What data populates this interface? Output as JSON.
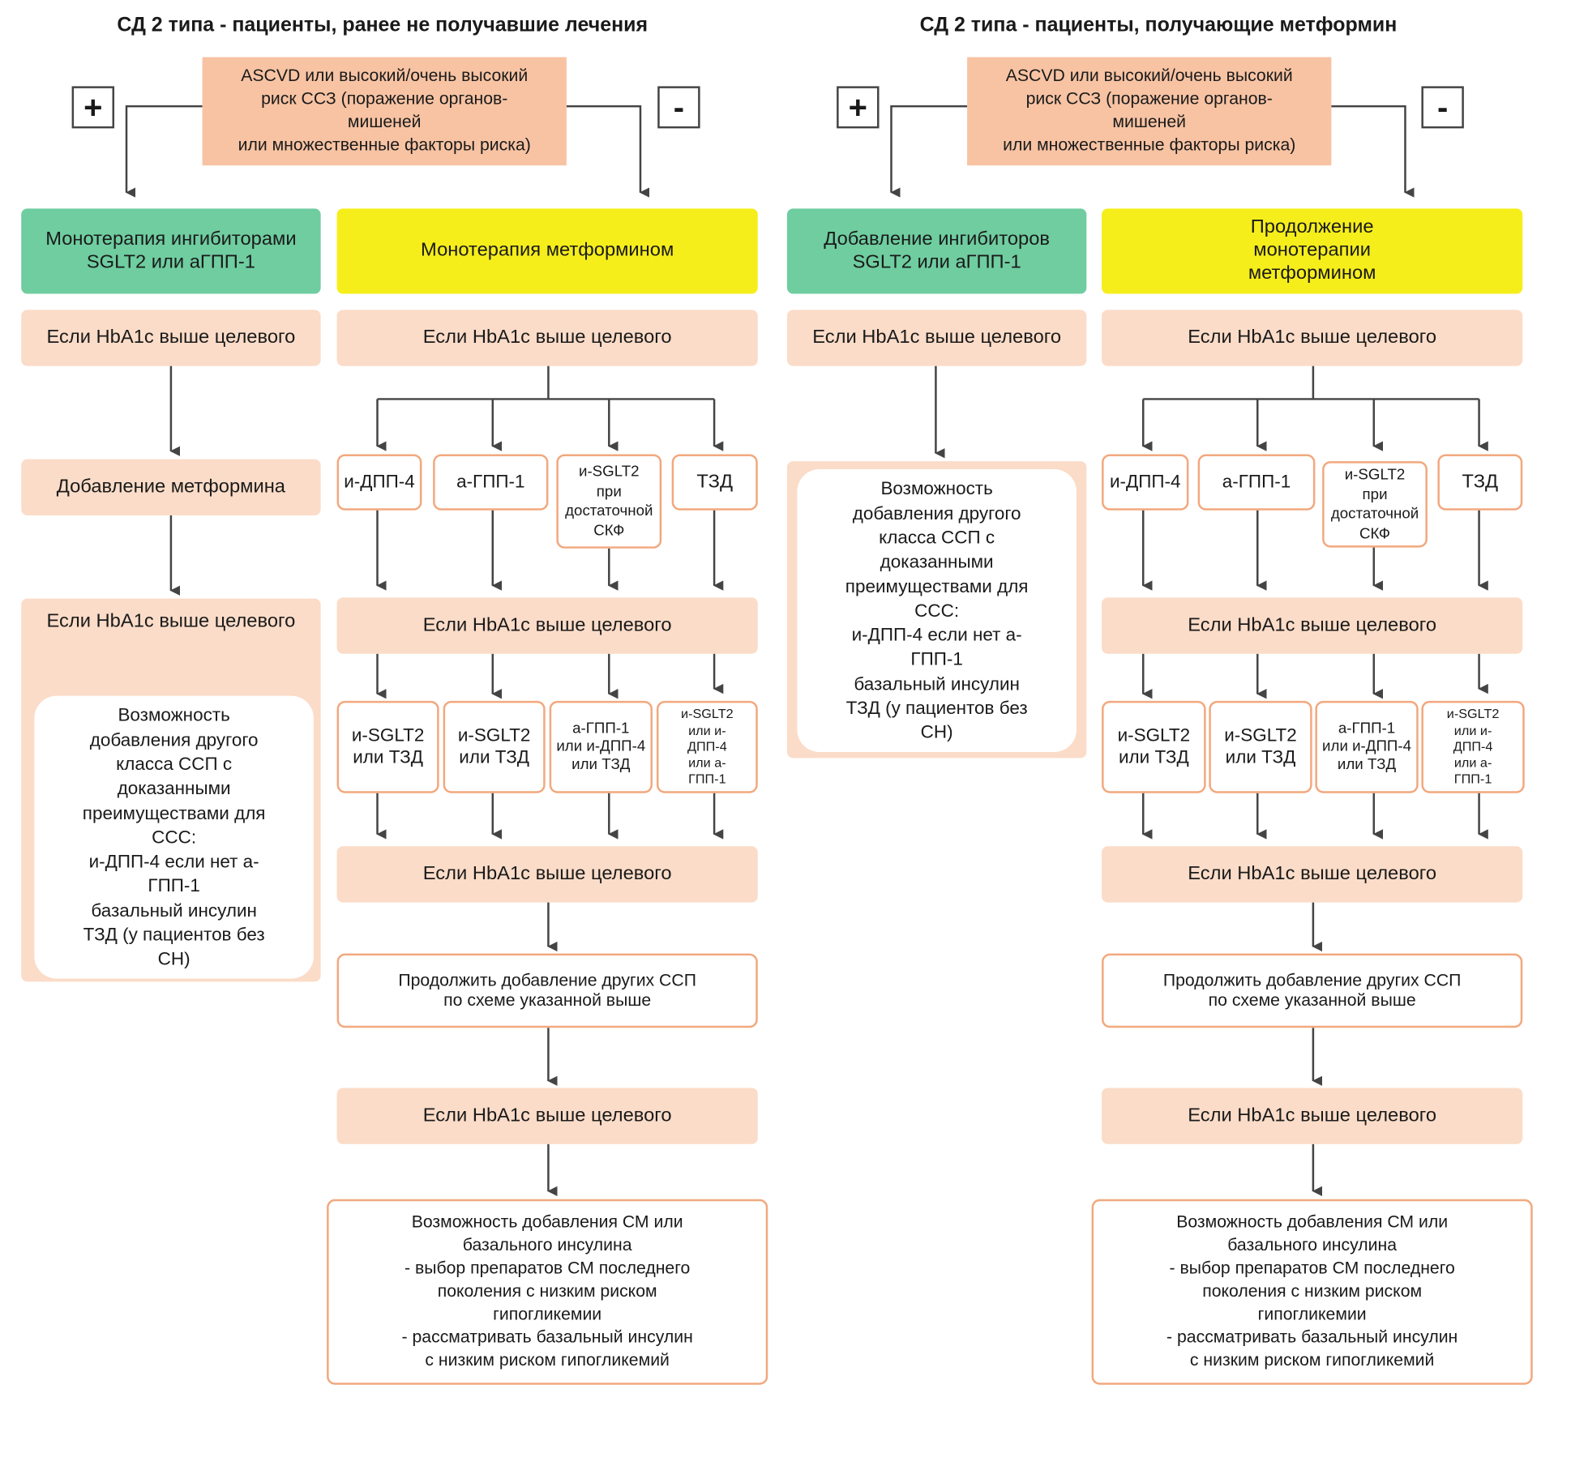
{
  "left": {
    "title": "СД 2 типа - пациенты, ранее не получавшие лечения",
    "risk": "ASCVD или высокий/очень высокий\nриск ССЗ (поражение органов-\nмишеней\nили множественные факторы риска)",
    "plus": "+",
    "minus": "-",
    "pos_therapy": "Монотерапия ингибиторами\nSGLT2 или аГПП-1",
    "neg_therapy": "Монотерапия метформином",
    "pos_hba1c": "Если HbA1c выше целевого",
    "add_metformin": "Добавление метформина",
    "pos_hba1c2": "Если HbA1c выше целевого",
    "pos_option": "Возможность\nдобавления другого\nкласса ССП с\nдоказанными\nпреимуществами для\nССС:\nи-ДПП-4 если нет а-\nГПП-1\nбазальный инсулин\nТЗД (у пациентов без\nСН)",
    "neg_hba1c1": "Если HbA1c выше целевого",
    "drugs1": [
      "и-ДПП-4",
      "а-ГПП-1",
      "и-SGLT2\nпри\nдостаточной\nСКФ",
      "ТЗД"
    ],
    "neg_hba1c2": "Если HbA1c выше целевого",
    "drugs2": [
      "и-SGLT2\nили ТЗД",
      "и-SGLT2\nили ТЗД",
      "а-ГПП-1\nили и-ДПП-4\nили ТЗД",
      "и-SGLT2\nили и-\nДПП-4\nили а-\nГПП-1"
    ],
    "neg_hba1c3": "Если HbA1c выше целевого",
    "continue": "Продолжить добавление других ССП\nпо схеме указанной выше",
    "neg_hba1c4": "Если HbA1c выше целевого",
    "final": "Возможность добавления СМ или\nбазального инсулина\n- выбор препаратов СМ последнего\nпоколения с низким риском\nгипогликемии\n- рассматривать  базальный  инсулин\nс низким риском гипогликемий"
  },
  "right": {
    "title": "СД 2 типа - пациенты, получающие метформин",
    "risk": "ASCVD или высокий/очень высокий\nриск ССЗ (поражение органов-\nмишеней\nили множественные факторы риска)",
    "plus": "+",
    "minus": "-",
    "pos_therapy": "Добавление ингибиторов\nSGLT2 или аГПП-1",
    "neg_therapy": "Продолжение\nмонотерапии\nметформином",
    "pos_hba1c": "Если HbA1c выше целевого",
    "pos_option": "Возможность\nдобавления другого\nкласса ССП с\nдоказанными\nпреимуществами для\nССС:\nи-ДПП-4 если нет а-\nГПП-1\nбазальный инсулин\nТЗД (у пациентов без\nСН)",
    "neg_hba1c1": "Если HbA1c выше целевого",
    "drugs1": [
      "и-ДПП-4",
      "а-ГПП-1",
      "и-SGLT2\nпри\nдостаточной\nСКФ",
      "ТЗД"
    ],
    "neg_hba1c2": "Если HbA1c выше целевого",
    "drugs2": [
      "и-SGLT2\nили ТЗД",
      "и-SGLT2\nили ТЗД",
      "а-ГПП-1\nили и-ДПП-4\nили ТЗД",
      "и-SGLT2\nили и-\nДПП-4\nили а-\nГПП-1"
    ],
    "neg_hba1c3": "Если HbA1c выше целевого",
    "continue": "Продолжить добавление других ССП\nпо схеме указанной выше",
    "neg_hba1c4": "Если HbA1c выше целевого",
    "final": "Возможность добавления СМ или\nбазального инсулина\n- выбор препаратов СМ последнего\nпоколения с низким риском\nгипогликемии\n- рассматривать  базальный  инсулин\nс низким риском гипогликемий"
  },
  "colors": {
    "salmon": "#fbdcc8",
    "risk": "#f7c3a3",
    "green": "#6fcda0",
    "yellow": "#f6ee1b",
    "outline": "#f2a87e",
    "line": "#444444"
  }
}
